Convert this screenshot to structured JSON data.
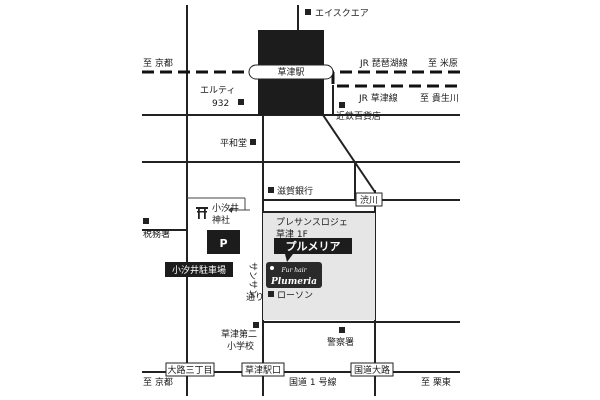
{
  "map": {
    "destinations": {
      "kyoto": "至 京都",
      "maibara": "至 米原",
      "kibukawa": "至 貴生川",
      "ritto": "至 栗東"
    },
    "station": "草津駅",
    "rail_lines": {
      "biwako": "JR 琵琶湖線",
      "kusatsu": "JR 草津線"
    },
    "landmarks": {
      "acequare": "エイスクエア",
      "elty": "エルティ",
      "elty_num": "932",
      "kintetsu": "近鉄百貨店",
      "heiwado": "平和堂",
      "shiga_bank": "滋賀銀行",
      "shrine_1": "小汐井",
      "shrine_2": "神社",
      "tax_office": "税務署",
      "building_1": "プレサンスロジェ",
      "building_2": "草津 1F",
      "lawson": "ローソン",
      "police": "警察署",
      "school_1": "草津第二",
      "school_2": "小学校",
      "sansan_1": "サンサン",
      "sansan_2": "通り"
    },
    "parking": {
      "icon": "P",
      "label": "小汐井駐車場"
    },
    "shop": {
      "name": "プルメリア",
      "logo_line_1": "Fur hair",
      "logo_line_2": "Plumeria"
    },
    "intersections": {
      "shibukawa": "渋川",
      "oji_3chome": "大路三丁目",
      "kusatsu_ekiguchi": "草津駅口",
      "kokudo_oji": "国道大路"
    },
    "route_label": "国道 1 号線"
  }
}
